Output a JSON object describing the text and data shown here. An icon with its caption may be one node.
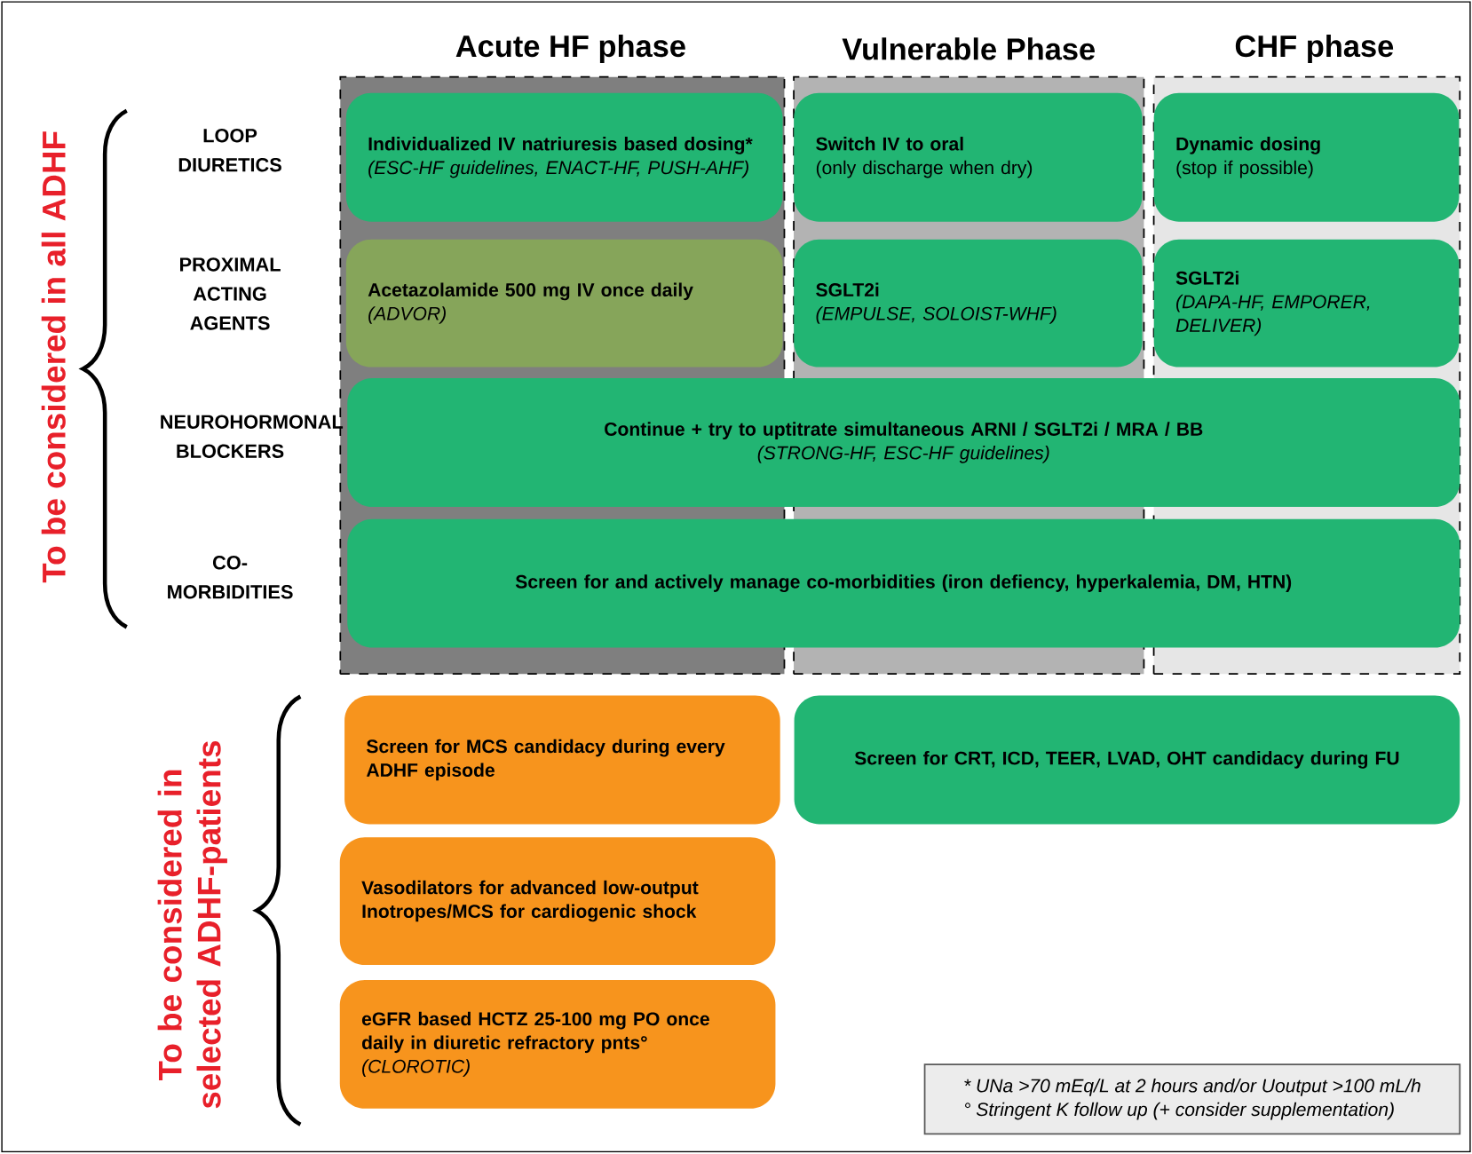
{
  "diagram": {
    "nodes": [
      {
        "text": [
          "Acute HF phase"
        ]
      },
      {
        "text": [
          "Vulnerable Phase"
        ]
      },
      {
        "text": [
          "CHF phase"
        ]
      },
      {
        "text": [
          "Individualized IV natriuresis based dosing*",
          "(ESC-HF guidelines, ENACT-HF, PUSH-AHF)"
        ],
        "in": 0
      },
      {
        "text": [
          "Switch IV to oral",
          "(only discharge when dry)"
        ],
        "in": 1
      },
      {
        "text": [
          "Dynamic dosing",
          "(stop if possible)"
        ],
        "in": 2
      },
      {
        "text": [
          "Acetazolamide 500 mg IV once daily",
          "(ADVOR)"
        ],
        "in": 0
      },
      {
        "text": [
          "SGLT2i",
          "(EMPULSE, SOLOIST-WHF)"
        ],
        "in": 1
      },
      {
        "text": [
          "SGLT2i",
          "(DAPA-HF, EMPORER, DELIVER)"
        ],
        "in": 2
      },
      {
        "text": [
          "Continue + try to uptitrate simultaneous ARNI / SGLT2i / MRA / BB",
          "(STRONG-HF, ESC-HF guidelines)"
        ]
      },
      {
        "text": [
          "Screen for and actively manage co-morbidities (iron defiency, hyperkalemia, DM, HTN)"
        ]
      },
      {
        "text": [
          "Screen for MCS candidacy during every ADHF episode"
        ]
      },
      {
        "text": [
          "Screen for CRT, ICD, TEER, LVAD, OHT candidacy during FU"
        ]
      },
      {
        "text": [
          "Vasodilators for advanced low-output Inotropes/MCS for cardiogenic shock"
        ]
      },
      {
        "text": [
          "eGFR based HCTZ 25-100 mg PO once daily in diuretic refractory pnts°",
          "(CLOROTIC)"
        ]
      },
      {
        "text": [
          "* UNa >70 mEq/L at 2 hours and/or Uoutput >100 mL/h",
          "° Stringent K follow up (+ consider supplementation)"
        ]
      }
    ],
    "edges": [],
    "labels": [
      "To be considered in all ADHF",
      "LOOP DIURETICS",
      "PROXIMAL ACTING AGENTS",
      "NEUROHORMONAL BLOCKERS",
      "CO-MORBIDITIES",
      "To be considered in selected ADHF-patients"
    ]
  }
}
